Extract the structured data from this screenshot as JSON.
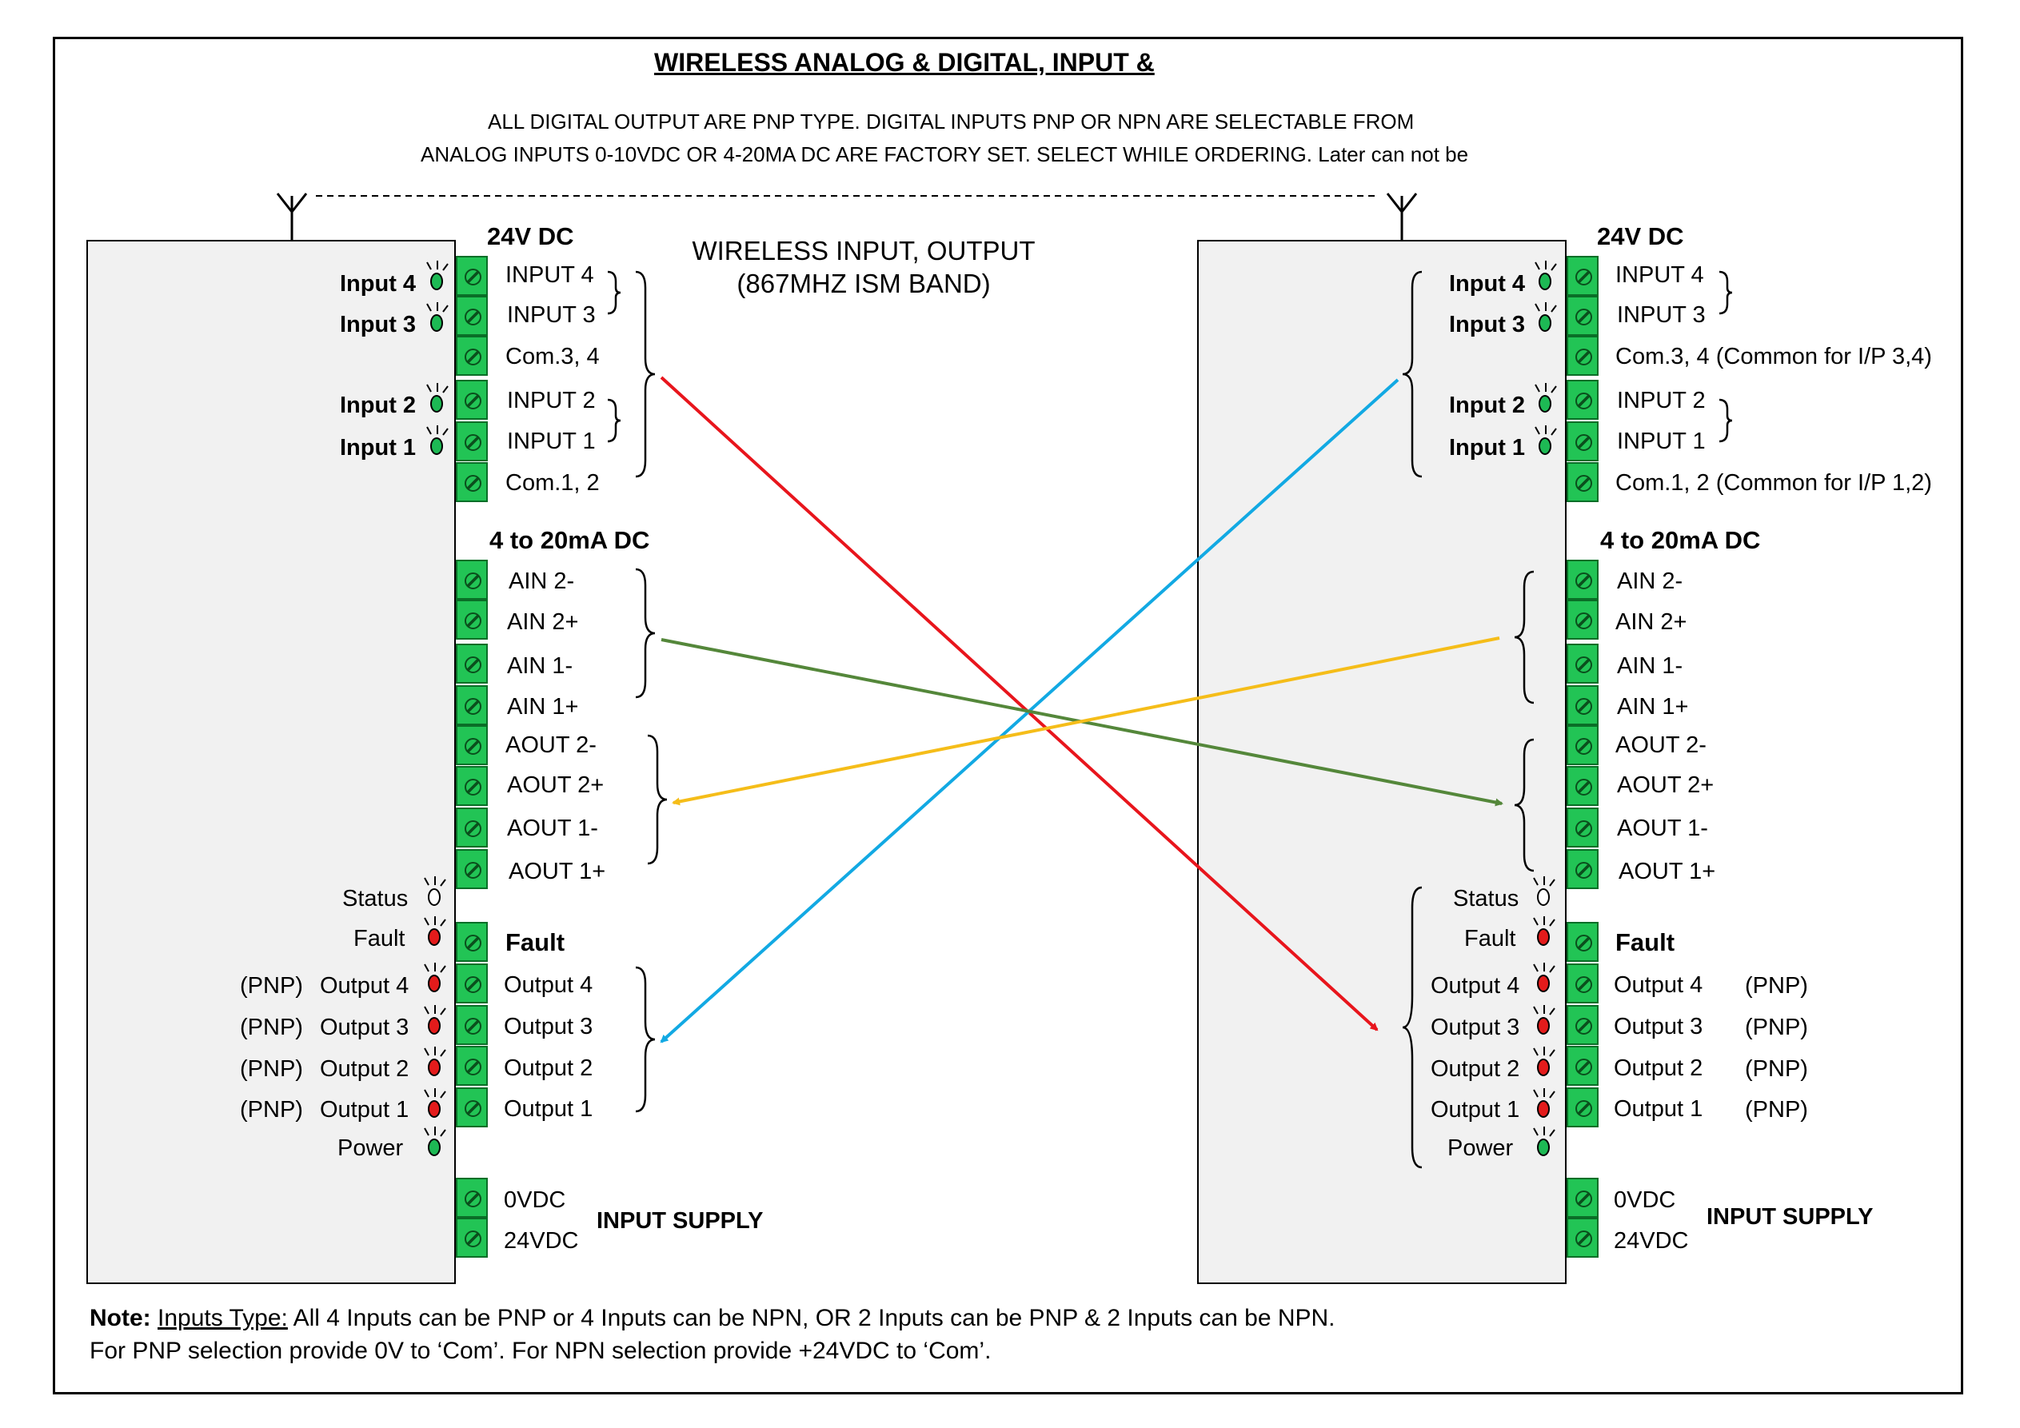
{
  "title": "WIRELESS ANALOG & DIGITAL, INPUT &",
  "subtitle_line1": "ALL DIGITAL OUTPUT ARE PNP TYPE. DIGITAL INPUTS PNP OR NPN ARE SELECTABLE FROM",
  "subtitle_line2": "ANALOG INPUTS 0-10VDC OR 4-20MA DC ARE FACTORY SET. SELECT WHILE ORDERING. Later can not be",
  "wireless_line1": "WIRELESS INPUT, OUTPUT",
  "wireless_line2": "(867MHZ ISM BAND)",
  "sections": {
    "dc24": "24V DC",
    "ma": "4 to 20mA DC",
    "fault": "Fault",
    "supply": "INPUT SUPPLY"
  },
  "terminals": {
    "in4": "INPUT 4",
    "in3": "INPUT 3",
    "com34": "Com.3, 4",
    "in2": "INPUT 2",
    "in1": "INPUT 1",
    "com12": "Com.1, 2",
    "com34_right": "Com.3, 4 (Common for I/P 3,4)",
    "com12_right": "Com.1, 2 (Common for I/P 1,2)",
    "ain2m": "AIN 2-",
    "ain2p": "AIN 2+",
    "ain1m": "AIN 1-",
    "ain1p": "AIN 1+",
    "aout2m": "AOUT 2-",
    "aout2p": "AOUT 2+",
    "aout1m": "AOUT 1-",
    "aout1p": "AOUT 1+",
    "out4": "Output 4",
    "out3": "Output 3",
    "out2": "Output 2",
    "out1": "Output 1",
    "v0": "0VDC",
    "v24": "24VDC"
  },
  "leds": {
    "input4": "Input 4",
    "input3": "Input 3",
    "input2": "Input 2",
    "input1": "Input 1",
    "status": "Status",
    "fault": "Fault",
    "output4": "Output 4",
    "output3": "Output 3",
    "output2": "Output 2",
    "output1": "Output 1",
    "power": "Power",
    "pnp": "(PNP)"
  },
  "led_colors": {
    "green": "#1db954",
    "red": "#e31b1b",
    "off": "#ffffff"
  },
  "wire_colors": {
    "red": "#e8151c",
    "blue": "#12a9e3",
    "green": "#54873a",
    "yellow": "#f5bd19"
  },
  "note": {
    "label": "Note:",
    "type_label": "Inputs Type:",
    "line1_rest": " All 4 Inputs can be PNP or 4 Inputs can be NPN, OR 2 Inputs can be PNP & 2 Inputs can be NPN.",
    "line2": "For PNP selection provide 0V to ‘Com’. For NPN selection provide +24VDC to ‘Com’."
  }
}
